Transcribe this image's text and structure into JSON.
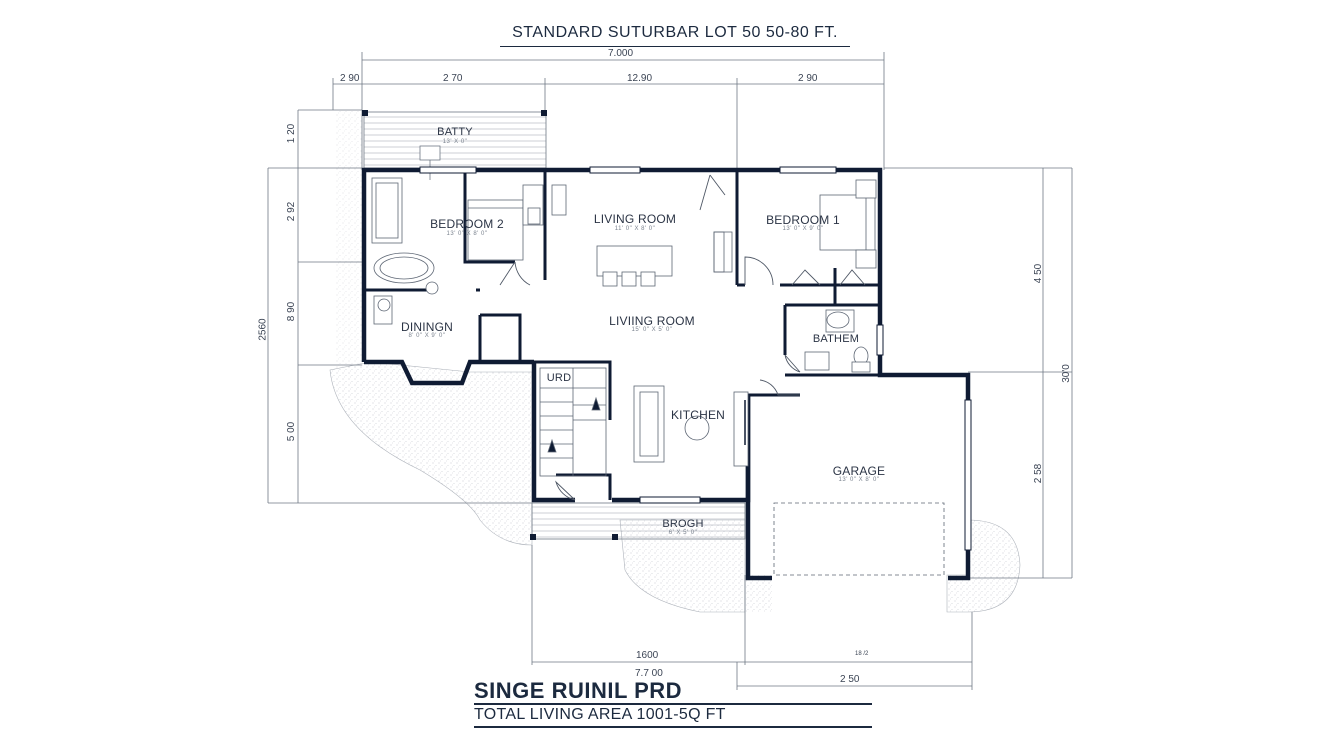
{
  "header": {
    "title": "STANDARD SUTURBAR LOT 50 50-80 FT."
  },
  "dimensions": {
    "top_overall": "7.000",
    "top_segments": [
      "2 90",
      "2 70",
      "12.90",
      "2 90"
    ],
    "left_segments": [
      "1 20",
      "2 92",
      "8 90",
      "2560",
      "5 00"
    ],
    "right_segments": [
      "4 50",
      "30'0",
      "2 58"
    ],
    "bottom_overall": "7.7 00",
    "bottom_segment_1": "1600",
    "bottom_segment_2": "2 50",
    "bottom_small": "18 /2"
  },
  "rooms": {
    "batty": {
      "label": "BATTY",
      "size": "13' X 0\""
    },
    "bedroom2": {
      "label": "BEDROOM 2",
      "size": "13' 0\" X 8' 0\""
    },
    "living_top": {
      "label": "LIVING ROOM",
      "size": "11' 0\" X 8' 0\""
    },
    "bedroom1": {
      "label": "BEDROOM 1",
      "size": "13' 0\" X 9' 0\""
    },
    "dining": {
      "label": "DININGN",
      "size": "8' 0\" X 9' 0\""
    },
    "living_center": {
      "label": "LIVIING ROOM",
      "size": "15' 0\" X 5' 0\""
    },
    "bathem": {
      "label": "BATHEM"
    },
    "urd": {
      "label": "URD"
    },
    "kitchen": {
      "label": "KITCHEN"
    },
    "garage": {
      "label": "GARAGE",
      "size": "13' 0\" X 8' 0\""
    },
    "brogh": {
      "label": "BROGH",
      "size": "6' X 5' 0\""
    }
  },
  "footer": {
    "title": "SINGE RUINIL PRD",
    "subtitle": "TOTAL LIVING AREA 1001-5Q FT"
  },
  "colors": {
    "wall": "#0f1b33",
    "line": "#7d8693",
    "hatch": "#c9ccd2",
    "text": "#2b3445"
  }
}
